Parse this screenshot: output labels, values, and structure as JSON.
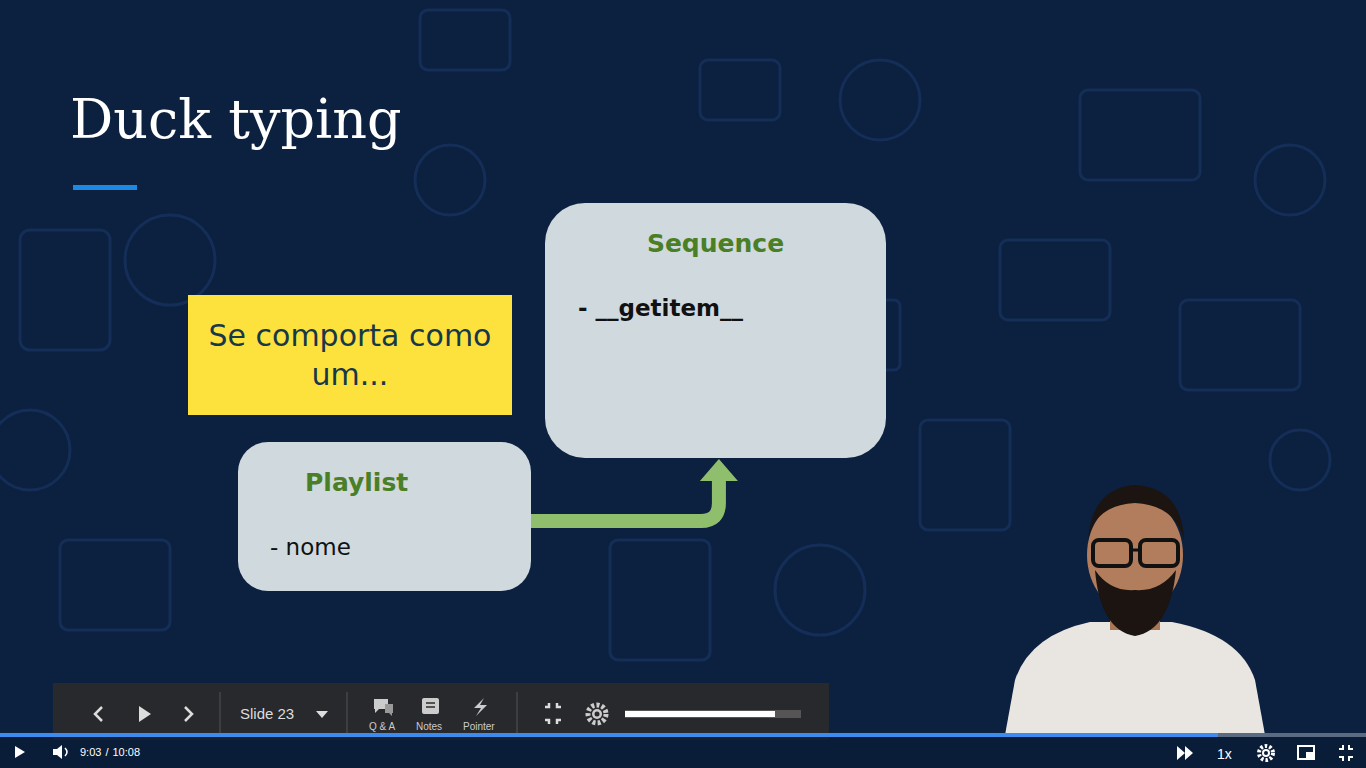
{
  "diagram": {
    "title": "Duck typing",
    "nodes": [
      {
        "text": [
          "Sequence",
          "- __getitem__"
        ]
      },
      {
        "text": [
          "Se comporta como um..."
        ]
      },
      {
        "text": [
          "Playlist",
          "- nome"
        ]
      }
    ],
    "edges": [
      {
        "from": 2,
        "to": 0,
        "arrow": "to"
      }
    ],
    "labels": [
      "Slide 23",
      "Q & A",
      "Notes",
      "Pointer",
      "9:03",
      "/",
      "10:08",
      "1x"
    ]
  }
}
